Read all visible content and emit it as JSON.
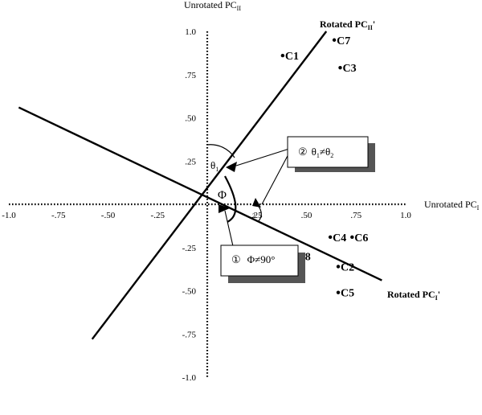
{
  "chart_data": {
    "type": "scatter",
    "x_axis_label": "Unrotated PC",
    "x_axis_sub": "I",
    "y_axis_label": "Unrotated PC",
    "y_axis_sub": "II",
    "xlim": [
      -1.0,
      1.0
    ],
    "ylim": [
      -1.0,
      1.0
    ],
    "x_tick_labels": [
      "-1.0",
      "-.75",
      "-.50",
      "-.25",
      ".25",
      ".50",
      ".75",
      "1.0"
    ],
    "x_tick_values": [
      -1.0,
      -0.75,
      -0.5,
      -0.25,
      0.25,
      0.5,
      0.75,
      1.0
    ],
    "y_tick_labels": [
      "1.0",
      ".75",
      ".50",
      ".25",
      "-.25",
      "-.50",
      "-.75",
      "-1.0"
    ],
    "y_tick_values": [
      1.0,
      0.75,
      0.5,
      0.25,
      -0.25,
      -0.5,
      -0.75,
      -1.0
    ],
    "points": [
      {
        "label": "C1",
        "x": 0.38,
        "y": 0.86
      },
      {
        "label": "C7",
        "x": 0.64,
        "y": 0.95
      },
      {
        "label": "C3",
        "x": 0.67,
        "y": 0.79
      },
      {
        "label": "C4",
        "x": 0.62,
        "y": -0.19
      },
      {
        "label": "C6",
        "x": 0.73,
        "y": -0.19
      },
      {
        "label": "C8",
        "x": 0.44,
        "y": -0.3
      },
      {
        "label": "C2",
        "x": 0.66,
        "y": -0.36
      },
      {
        "label": "C5",
        "x": 0.66,
        "y": -0.51
      }
    ],
    "rotated_axes": [
      {
        "label": "Rotated PC",
        "sub": "II",
        "prime": "'",
        "from": [
          -0.58,
          -0.78
        ],
        "to": [
          0.6,
          1.0
        ]
      },
      {
        "label": "Rotated PC",
        "sub": "I",
        "prime": "'",
        "from": [
          -0.95,
          0.56
        ],
        "to": [
          0.88,
          -0.44
        ]
      }
    ],
    "annotations": {
      "theta1_label": "θ",
      "theta1_sub": "1",
      "theta2_sub": "2",
      "phi_label": "Φ",
      "box1_number": "①",
      "box1_text": "Φ≠90°",
      "box2_number": "②",
      "box2_text_a": "θ",
      "box2_sub_a": "1",
      "box2_neq": "≠",
      "box2_text_b": "θ",
      "box2_sub_b": "2"
    },
    "grid": false
  }
}
